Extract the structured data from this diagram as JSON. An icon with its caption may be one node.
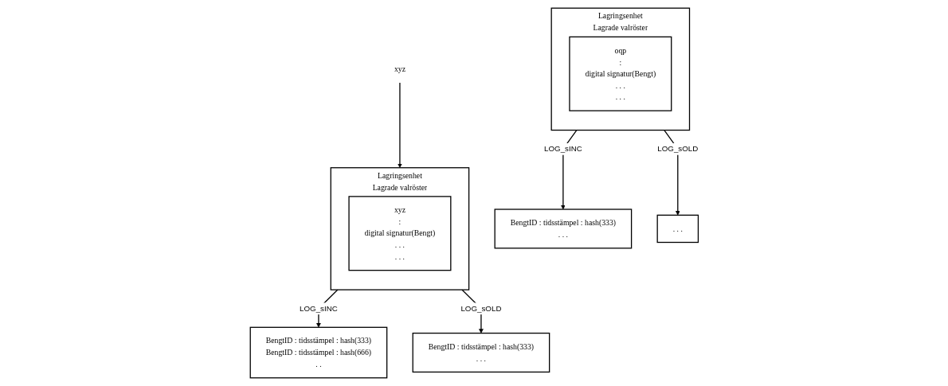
{
  "diagram": {
    "nodes": [
      {
        "text": [
          "Lagringsenhet",
          "Lagrade valröster"
        ]
      },
      {
        "text": [
          "oqp",
          ":",
          "digital signatur(Bengt)",
          ". . .",
          ". . ."
        ],
        "in": 0
      },
      {
        "text": [
          "BengtID : tidsstämpel : hash(333)",
          ". . ."
        ]
      },
      {
        "text": [
          ". . ."
        ]
      },
      {
        "text": [
          "Lagringsenhet",
          "Lagrade valröster"
        ]
      },
      {
        "text": [
          "xyz",
          ":",
          "digital signatur(Bengt)",
          ". . .",
          ". . ."
        ],
        "in": 4
      },
      {
        "text": [
          "BengtID : tidsstämpel : hash(333)",
          "BengtID : tidsstämpel : hash(666)",
          ". ."
        ]
      },
      {
        "text": [
          "BengtID : tidsstämpel : hash(333)",
          ". . ."
        ]
      },
      {
        "text": [
          "xyz"
        ]
      }
    ],
    "edges": [
      {
        "from": 0,
        "to": 2,
        "arrow": "to",
        "label": "LOG_sINC"
      },
      {
        "from": 0,
        "to": 3,
        "arrow": "to",
        "label": "LOG_sOLD"
      },
      {
        "from": 8,
        "to": 4,
        "arrow": "to"
      },
      {
        "from": 4,
        "to": 6,
        "arrow": "to",
        "label": "LOG_sINC"
      },
      {
        "from": 4,
        "to": 7,
        "arrow": "to",
        "label": "LOG_sOLD"
      }
    ]
  }
}
